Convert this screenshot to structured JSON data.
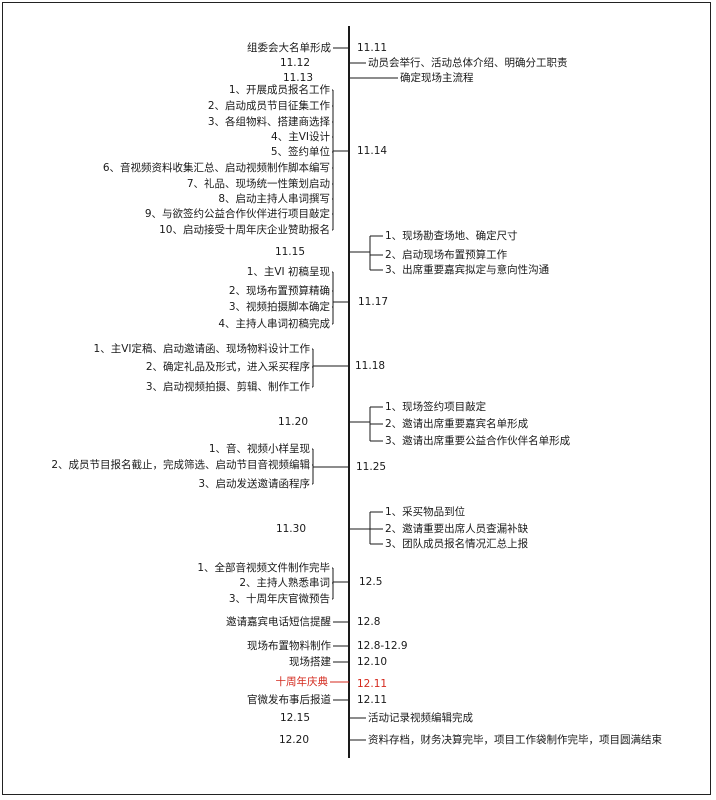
{
  "colors": {
    "line": "#1a1a1a",
    "highlight": "#d42a1e"
  },
  "timeline": [
    {
      "date": "11.11",
      "left": [
        "组委会大名单形成"
      ]
    },
    {
      "date": "11.12",
      "right": [
        "动员会举行、活动总体介绍、明确分工职责"
      ]
    },
    {
      "date": "11.13",
      "right": [
        "确定现场主流程"
      ]
    },
    {
      "date": "11.14",
      "left": [
        "1、开展成员报名工作",
        "2、启动成员节目征集工作",
        "3、各组物料、搭建商选择",
        "4、主VI设计",
        "5、签约单位",
        "6、音视频资料收集汇总、启动视频制作脚本编写",
        "7、礼品、现场统一性策划启动",
        "8、启动主持人串词撰写",
        "9、与欲签约公益合作伙伴进行项目敲定",
        "10、启动接受十周年庆企业赞助报名"
      ]
    },
    {
      "date": "11.15",
      "right": [
        "1、现场勘查场地、确定尺寸",
        "2、启动现场布置预算工作",
        "3、出席重要嘉宾拟定与意向性沟通"
      ]
    },
    {
      "date": "11.17",
      "left": [
        "1、主VI 初稿呈现",
        "2、现场布置预算精确",
        "3、视频拍摄脚本确定",
        "4、主持人串词初稿完成"
      ]
    },
    {
      "date": "11.18",
      "left": [
        "1、主VI定稿、启动邀请函、现场物料设计工作",
        "2、确定礼品及形式，进入采买程序",
        "3、启动视频拍摄、剪辑、制作工作"
      ]
    },
    {
      "date": "11.20",
      "right": [
        "1、现场签约项目敲定",
        "2、邀请出席重要嘉宾名单形成",
        "3、邀请出席重要公益合作伙伴名单形成"
      ]
    },
    {
      "date": "11.25",
      "left": [
        "1、音、视频小样呈现",
        "2、成员节目报名截止，完成筛选、启动节目音视频编辑",
        "3、启动发送邀请函程序"
      ]
    },
    {
      "date": "11.30",
      "right": [
        "1、采买物品到位",
        "2、邀请重要出席人员查漏补缺",
        "3、团队成员报名情况汇总上报"
      ]
    },
    {
      "date": "12.5",
      "left": [
        "1、全部音视频文件制作完毕",
        "2、主持人熟悉串词",
        "3、十周年庆官微预告"
      ]
    },
    {
      "date": "12.8",
      "left": [
        "邀请嘉宾电话短信提醒"
      ]
    },
    {
      "date": "12.8-12.9",
      "left": [
        "现场布置物料制作"
      ]
    },
    {
      "date": "12.10",
      "left": [
        "现场搭建"
      ]
    },
    {
      "date": "12.11",
      "left": [
        "十周年庆典"
      ],
      "highlight": true
    },
    {
      "date": "12.11",
      "left": [
        "官微发布事后报道"
      ]
    },
    {
      "date": "12.15",
      "right": [
        "活动记录视频编辑完成"
      ]
    },
    {
      "date": "12.20",
      "right": [
        "资料存档，财务决算完毕，项目工作袋制作完毕，项目圆满结束"
      ]
    }
  ]
}
